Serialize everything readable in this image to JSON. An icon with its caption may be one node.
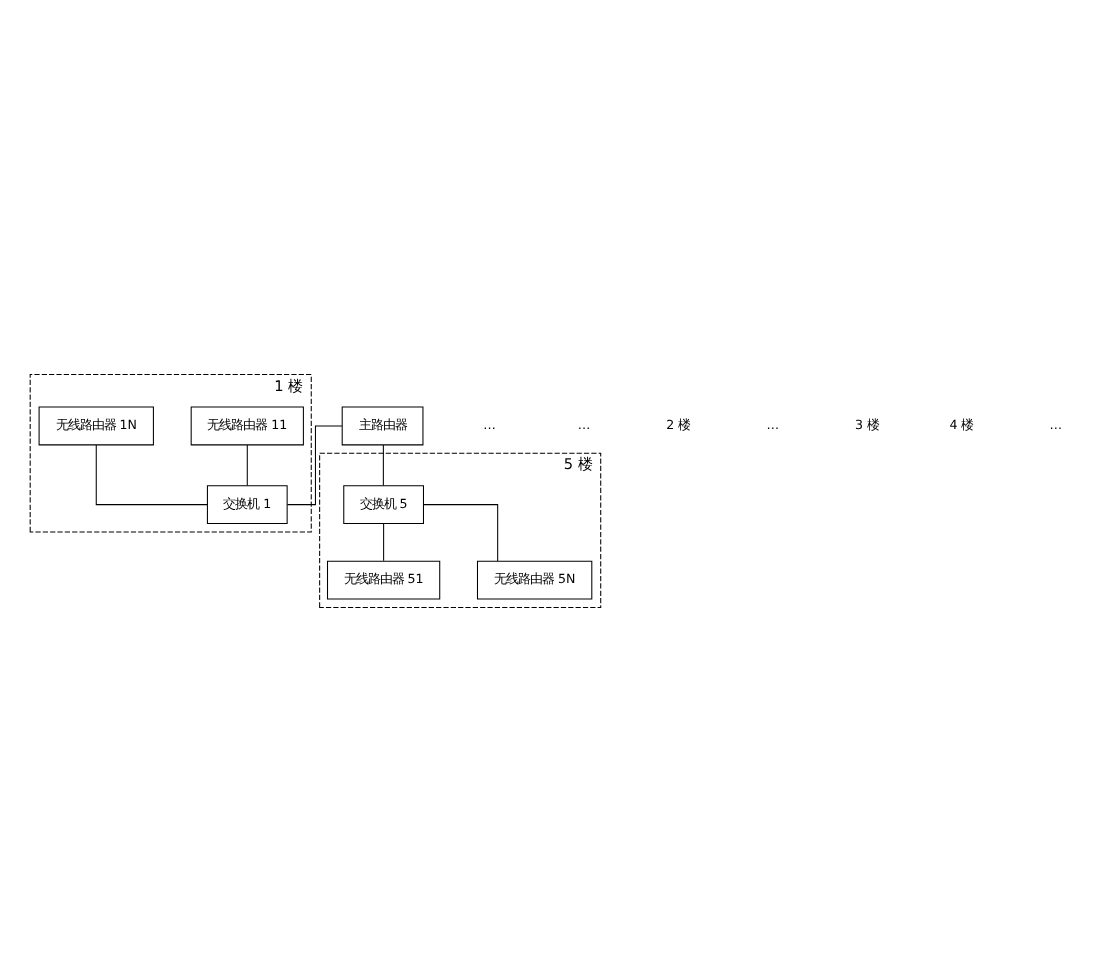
{
  "diagram": {
    "nodes": [
      {
        "text": [
          "1 楼"
        ]
      },
      {
        "text": [
          "无线路由器 11"
        ],
        "in": 0
      },
      {
        "text": [
          "无线路由器 1N"
        ],
        "in": 0
      },
      {
        "text": [
          "交换机 1"
        ],
        "in": 0
      },
      {
        "text": [
          "主路由器"
        ]
      },
      {
        "text": [
          "5 楼"
        ]
      },
      {
        "text": [
          "交换机 5"
        ],
        "in": 5
      },
      {
        "text": [
          "无线路由器 51"
        ],
        "in": 5
      },
      {
        "text": [
          "无线路由器 5N"
        ],
        "in": 5
      }
    ],
    "edges": [
      {
        "from": 1,
        "to": 3,
        "arrow": "none"
      },
      {
        "from": 2,
        "to": 3,
        "arrow": "none"
      },
      {
        "from": 4,
        "to": 3,
        "arrow": "none"
      },
      {
        "from": 4,
        "to": 6,
        "arrow": "none"
      },
      {
        "from": 6,
        "to": 7,
        "arrow": "none"
      },
      {
        "from": 6,
        "to": 8,
        "arrow": "none"
      }
    ],
    "labels": [
      "…",
      "…",
      "2 楼",
      "…",
      "3 楼",
      "4 楼",
      "…"
    ]
  }
}
